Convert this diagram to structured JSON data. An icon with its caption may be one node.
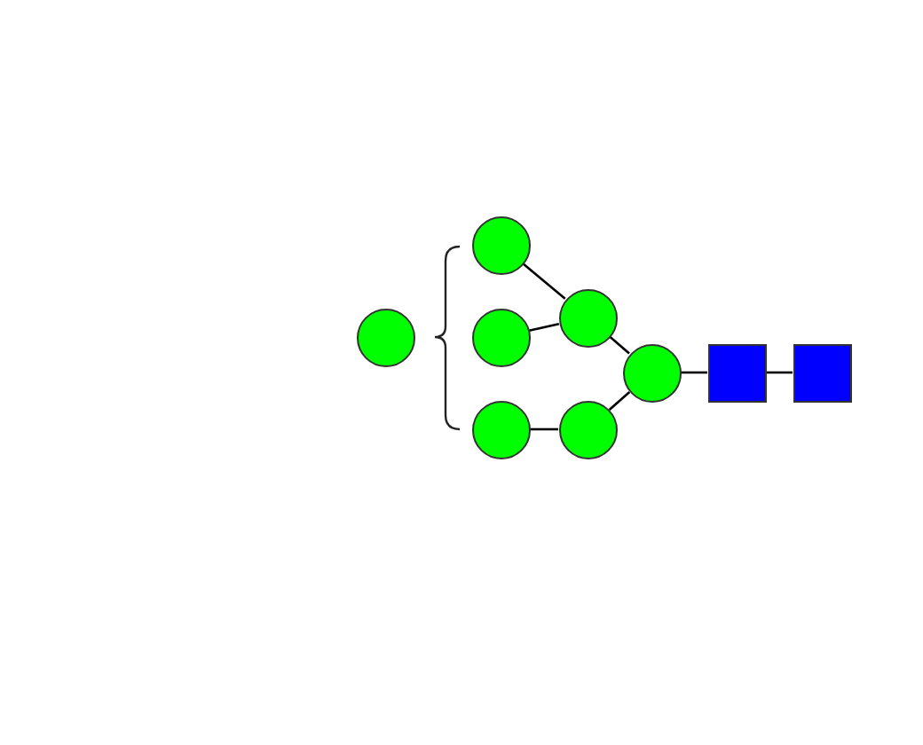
{
  "diagram": {
    "nodes": [
      {
        "text": [],
        "shape": "circle"
      },
      {
        "text": [],
        "shape": "circle"
      },
      {
        "text": [],
        "shape": "circle"
      },
      {
        "text": [],
        "shape": "circle"
      },
      {
        "text": [],
        "shape": "circle"
      },
      {
        "text": [],
        "shape": "circle"
      },
      {
        "text": [],
        "shape": "circle"
      },
      {
        "text": [],
        "shape": "square"
      },
      {
        "text": [],
        "shape": "square"
      }
    ],
    "edges": [
      {
        "from": 1,
        "to": 4,
        "arrow": "none"
      },
      {
        "from": 2,
        "to": 4,
        "arrow": "none"
      },
      {
        "from": 3,
        "to": 5,
        "arrow": "none"
      },
      {
        "from": 4,
        "to": 6,
        "arrow": "none"
      },
      {
        "from": 5,
        "to": 6,
        "arrow": "none"
      },
      {
        "from": 6,
        "to": 7,
        "arrow": "none"
      },
      {
        "from": 7,
        "to": 8,
        "arrow": "none"
      }
    ]
  }
}
